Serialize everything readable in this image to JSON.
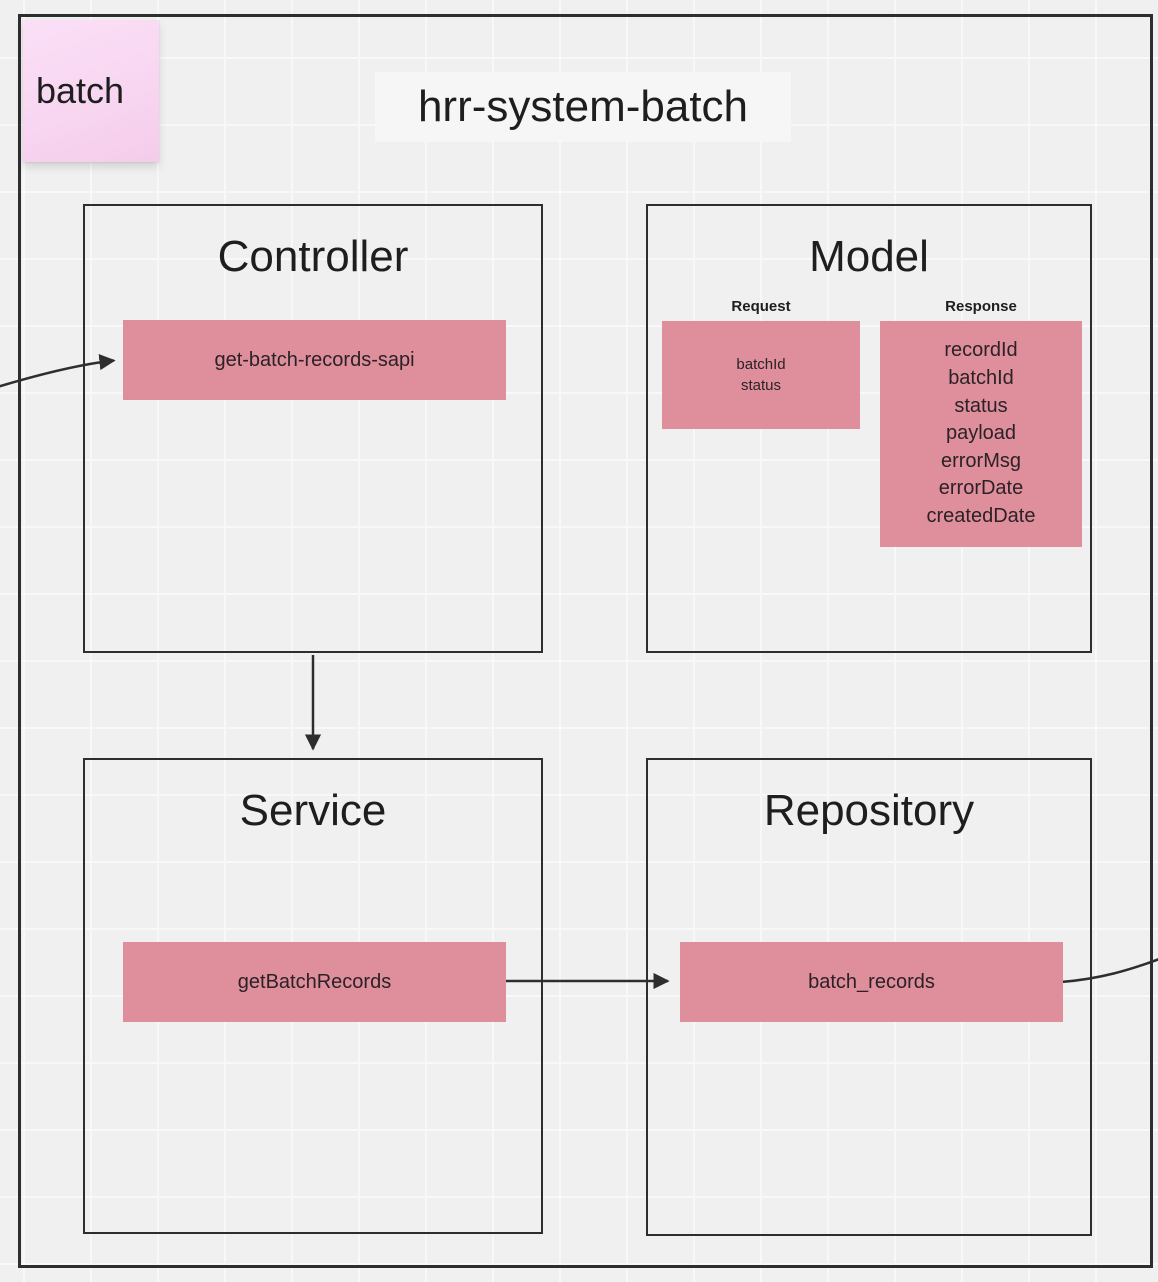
{
  "diagram": {
    "sticky_note": {
      "label": "batch"
    },
    "title": "hrr-system-batch",
    "controller": {
      "title": "Controller",
      "node": "get-batch-records-sapi"
    },
    "model": {
      "title": "Model",
      "request": {
        "label": "Request",
        "fields": [
          "batchId",
          "status"
        ]
      },
      "response": {
        "label": "Response",
        "fields": [
          "recordId",
          "batchId",
          "status",
          "payload",
          "errorMsg",
          "errorDate",
          "createdDate"
        ]
      }
    },
    "service": {
      "title": "Service",
      "node": "getBatchRecords"
    },
    "repository": {
      "title": "Repository",
      "node": "batch_records"
    }
  },
  "colors": {
    "canvas_background": "#f0f0f0",
    "grid_line": "#f8f8f8",
    "stroke": "#2e2e2e",
    "node_fill": "#df8e9c",
    "sticky_fill": "#f8d6f1",
    "title_chip_fill": "#f6f6f6"
  }
}
